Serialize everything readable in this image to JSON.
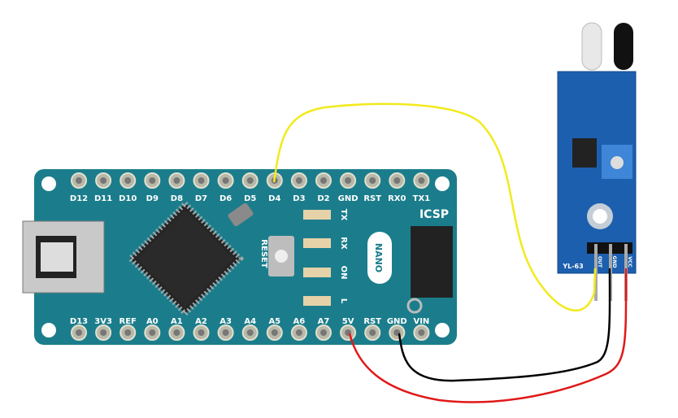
{
  "arduino": {
    "top_pins": [
      "D12",
      "D11",
      "D10",
      "D9",
      "D8",
      "D7",
      "D6",
      "D5",
      "D4",
      "D3",
      "D2",
      "GND",
      "RST",
      "RX0",
      "TX1"
    ],
    "bottom_pins": [
      "D13",
      "3V3",
      "REF",
      "A0",
      "A1",
      "A2",
      "A3",
      "A4",
      "A5",
      "A6",
      "A7",
      "5V",
      "RST",
      "GND",
      "VIN"
    ],
    "icsp_label": "ICSP",
    "reset_label": "RESET",
    "logo_label": "NANO",
    "led_labels": [
      "TX",
      "RX",
      "ON",
      "L"
    ],
    "board_color": "#1b7d8c"
  },
  "sensor": {
    "model_label": "YL-63",
    "pin_labels": [
      "OUT",
      "GND",
      "VCC"
    ],
    "board_color": "#1c5fae"
  },
  "wires": [
    {
      "name": "signal",
      "from": "D4",
      "to": "OUT",
      "color": "#f2ea1e"
    },
    {
      "name": "ground",
      "from": "GND",
      "to": "GND",
      "color": "#000000"
    },
    {
      "name": "power",
      "from": "5V",
      "to": "VCC",
      "color": "#e01818"
    }
  ]
}
